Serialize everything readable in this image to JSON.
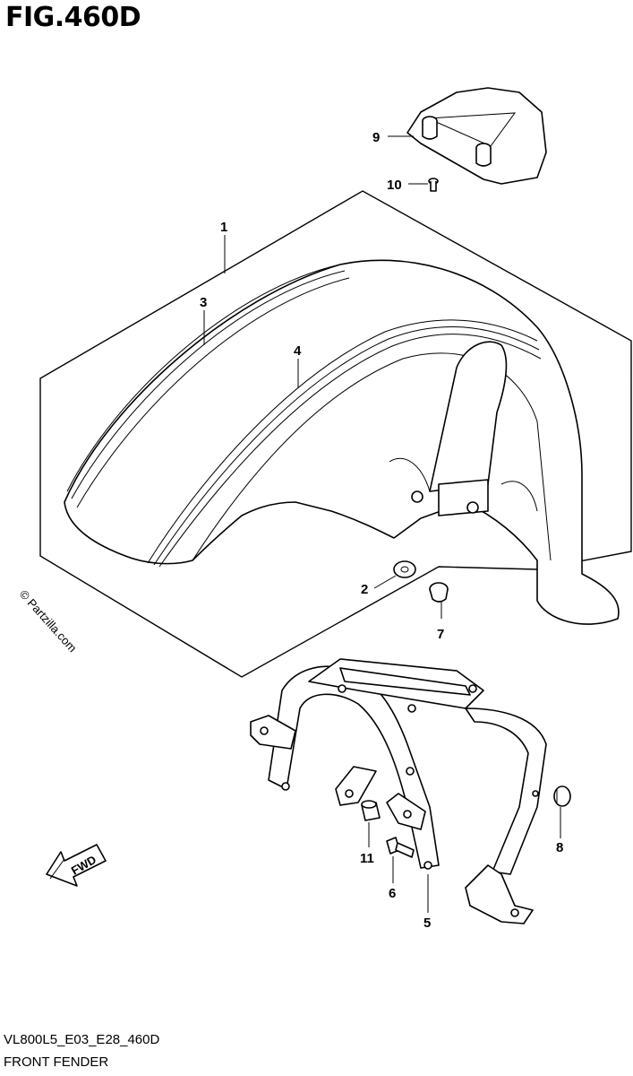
{
  "figure": {
    "title": "FIG.460D",
    "code": "VL800L5_E03_E28_460D",
    "name": "FRONT FENDER",
    "watermark": "© Partzilla.com"
  },
  "callouts": [
    {
      "id": "1",
      "text": "1"
    },
    {
      "id": "2",
      "text": "2"
    },
    {
      "id": "3",
      "text": "3"
    },
    {
      "id": "4",
      "text": "4"
    },
    {
      "id": "5",
      "text": "5"
    },
    {
      "id": "6",
      "text": "6"
    },
    {
      "id": "7",
      "text": "7"
    },
    {
      "id": "8",
      "text": "8"
    },
    {
      "id": "9",
      "text": "9"
    },
    {
      "id": "10",
      "text": "10"
    },
    {
      "id": "11",
      "text": "11"
    }
  ],
  "fwd_arrow": {
    "label": "FWD"
  }
}
